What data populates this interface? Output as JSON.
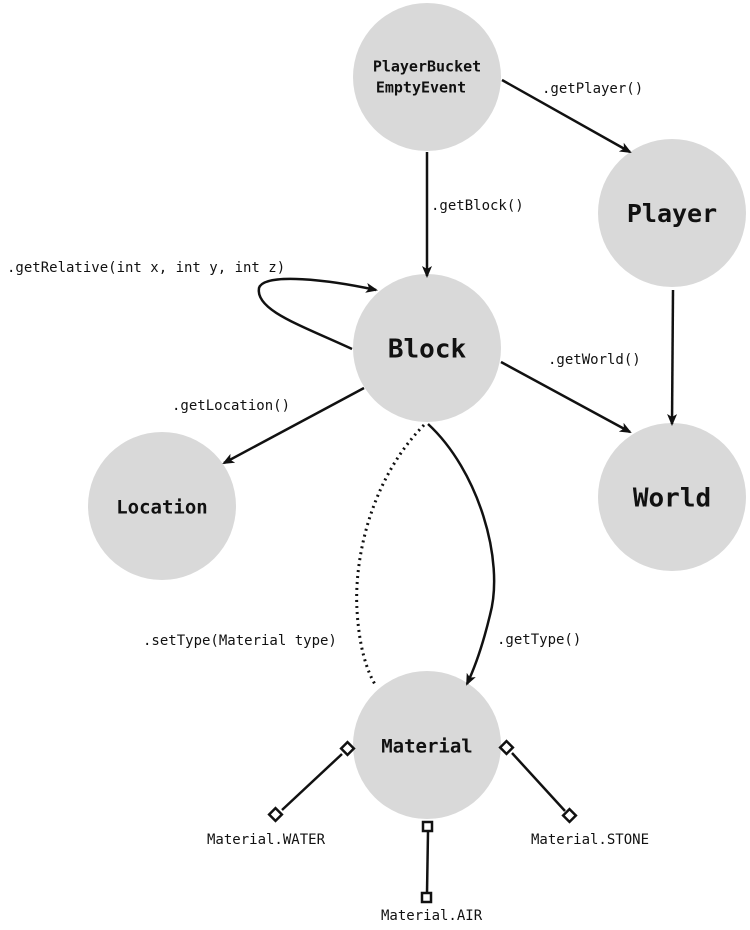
{
  "nodes": {
    "event": {
      "line1": "PlayerBucket",
      "line2": "EmptyEvent"
    },
    "player": "Player",
    "block": "Block",
    "world": "World",
    "location": "Location",
    "material": "Material"
  },
  "edges": {
    "get_player": ".getPlayer()",
    "get_block": ".getBlock()",
    "get_relative": ".getRelative(int x, int y, int z)",
    "get_world": ".getWorld()",
    "get_location": ".getLocation()",
    "set_type": ".setType(Material type)",
    "get_type": ".getType()"
  },
  "enum_values": {
    "water": "Material.WATER",
    "air": "Material.AIR",
    "stone": "Material.STONE"
  },
  "colors": {
    "node_fill": "#d9d9d9",
    "ink": "#111111",
    "background": "#ffffff"
  }
}
